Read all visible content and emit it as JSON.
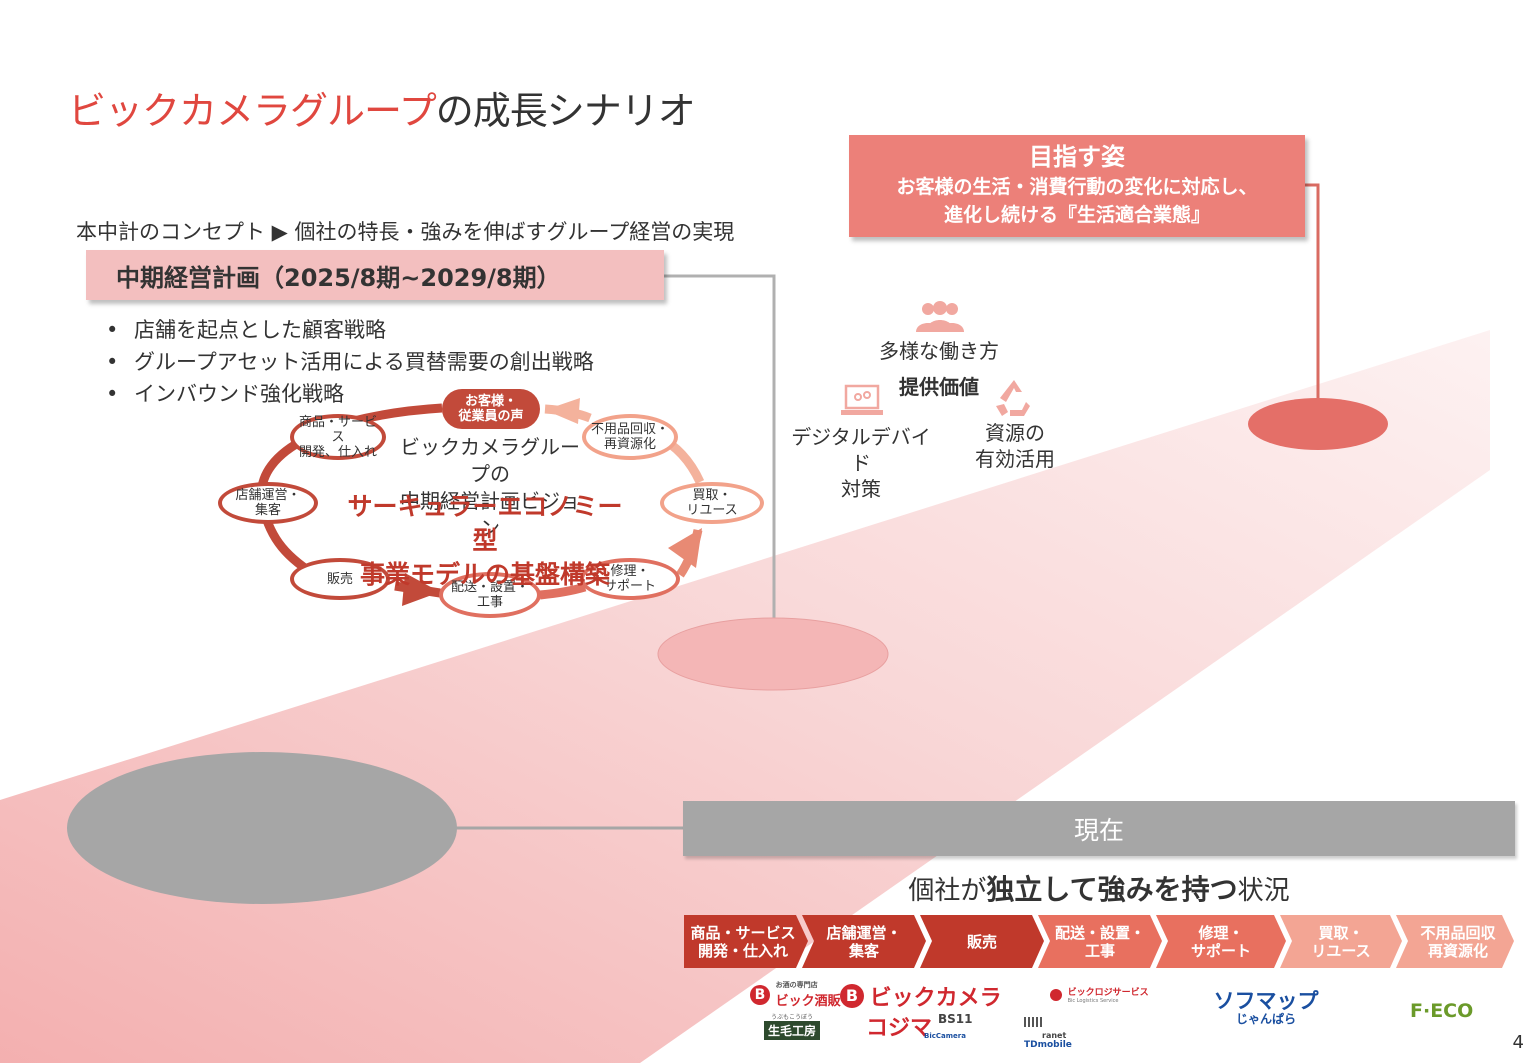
{
  "title": {
    "part1": "ビックカメラグループ",
    "part2": "の成長シナリオ"
  },
  "concept": "本中計のコンセプト ▶ 個社の特長・強みを伸ばすグループ経営の実現",
  "plan": {
    "label": "中期経営計画（2025/8期~2029/8期）",
    "bullets": [
      "店舗を起点とした顧客戦略",
      "グループアセット活用による買替需要の創出戦略",
      "インバウンド強化戦略"
    ]
  },
  "goal": {
    "heading": "目指す姿",
    "line1": "お客様の生活・消費行動の変化に対応し、",
    "line2": "進化し続ける『生活適合業態』"
  },
  "cycle": {
    "center_title": "ビックカメラグループの\n中期経営計画ビジョン",
    "center_main": "サーキュラーエコノミー型\n事業モデルの基盤構築",
    "nodes": {
      "customer": "お客様・\n従業員の声",
      "product": "商品・サービス\n開発、仕入れ",
      "store": "店舗運営・\n集客",
      "sales": "販売",
      "delivery": "配送・設置・\n工事",
      "repair": "修理・\nサポート",
      "buyback": "買取・\nリユース",
      "recycle": "不用品回収・\n再資源化"
    }
  },
  "values": {
    "center": "提供価値",
    "work": "多様な働き方",
    "digital": "デジタルデバイド\n対策",
    "resource": "資源の\n有効活用"
  },
  "now": {
    "label": "現在",
    "sub_pre": "個社が",
    "sub_bold": "独立して強みを持つ",
    "sub_post": "状況",
    "chain": [
      {
        "label": "商品・サービス\n開発・仕入れ",
        "color": "#c0392b"
      },
      {
        "label": "店舗運営・\n集客",
        "color": "#c0392b"
      },
      {
        "label": "販売",
        "color": "#c0392b"
      },
      {
        "label": "配送・設置・\n工事",
        "color": "#e8705f"
      },
      {
        "label": "修理・\nサポート",
        "color": "#e8705f"
      },
      {
        "label": "買取・\nリユース",
        "color": "#f3a594"
      },
      {
        "label": "不用品回収\n再資源化",
        "color": "#f3a594"
      }
    ]
  },
  "logos": {
    "sake": "ビック酒販",
    "sake_small": "お酒の専門店",
    "bic": "ビックカメラ",
    "logistics": "ビックロジサービス",
    "logistics_small": "Bic Logistics Service",
    "sofmap": "ソフマップ",
    "janpara": "じゃんぱら",
    "feco": "F·ECO",
    "kobo_small": "うぶもこうぼう",
    "kobo": "生毛工房",
    "kojima": "コジマ",
    "bs11": "BS11",
    "bs11_small": "BicCamera",
    "ranet": "ranet",
    "tdmobile": "TDmobile"
  },
  "page_number": "4",
  "colors": {
    "accent": "#e0473f",
    "goal": "#ec8079",
    "plan": "#f3bfbf",
    "now": "#a6a6a6"
  }
}
